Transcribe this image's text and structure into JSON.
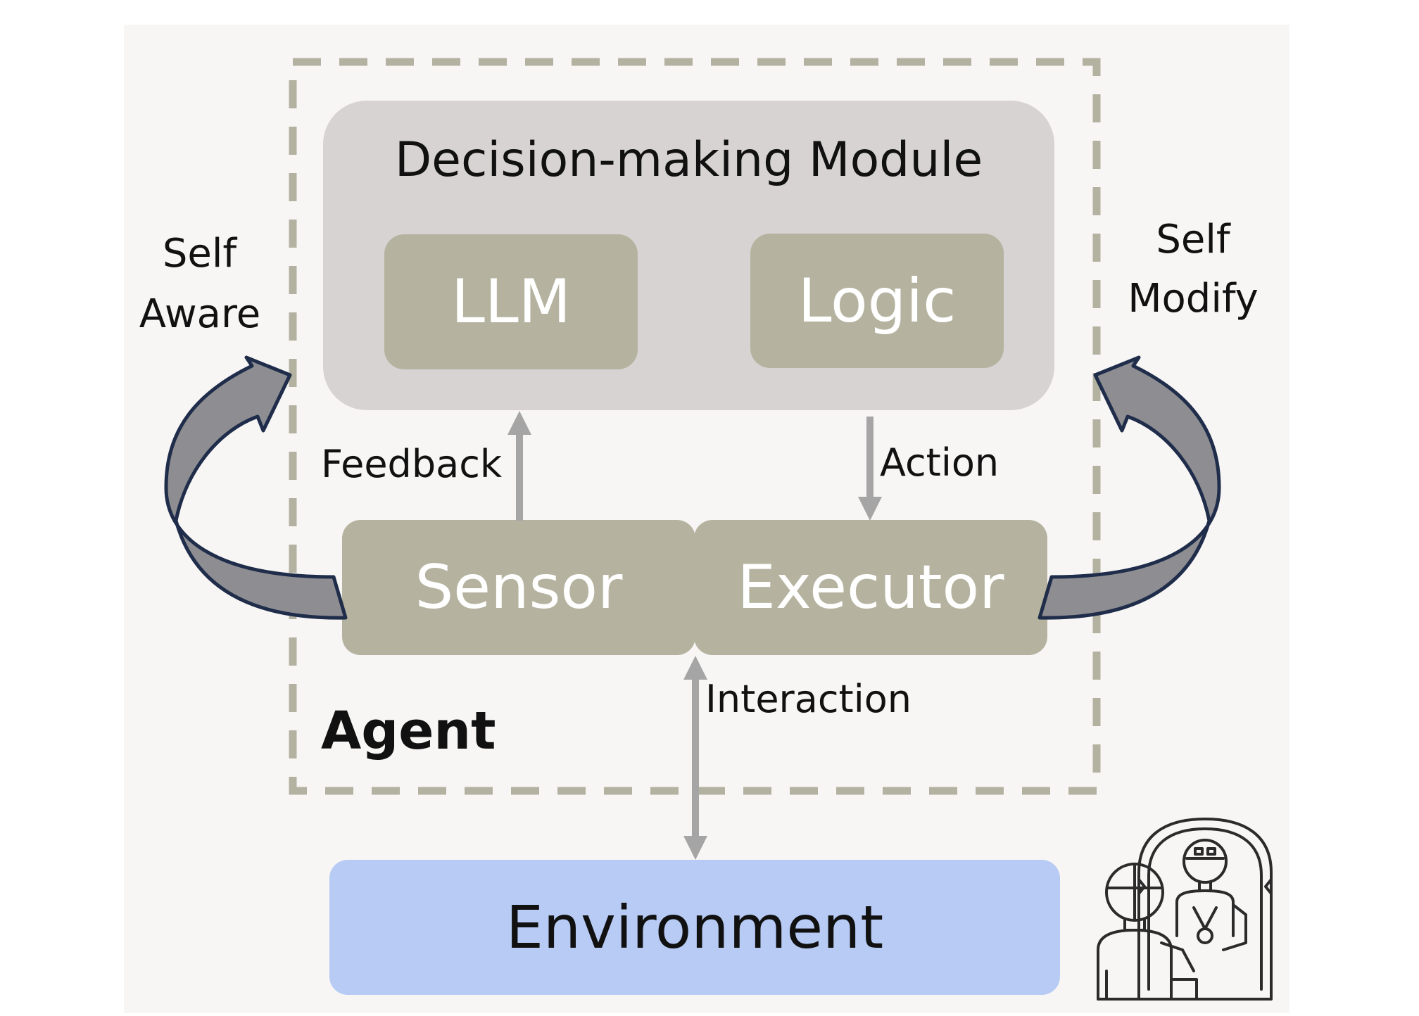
{
  "diagram": {
    "container_label": "Agent",
    "decision_module": {
      "title": "Decision-making Module",
      "components": [
        "LLM",
        "Logic"
      ]
    },
    "sensor": "Sensor",
    "executor": "Executor",
    "environment": "Environment",
    "edges": {
      "feedback": "Feedback",
      "action": "Action",
      "interaction": "Interaction"
    },
    "loops": {
      "left": [
        "Self",
        "Aware"
      ],
      "right": [
        "Self",
        "Modify"
      ]
    },
    "colors": {
      "background": "#f8f6f5",
      "decision_module_fill": "#d7d3d2",
      "component_fill": "#b5b3a0",
      "environment_fill": "#b7cbf5",
      "dashed_border": "#b3b2a1",
      "arrow": "#a6a5a5",
      "loop_fill": "#8d8d92",
      "loop_stroke": "#1f2d4a"
    },
    "icons": [
      "robot-mirror-icon"
    ]
  }
}
